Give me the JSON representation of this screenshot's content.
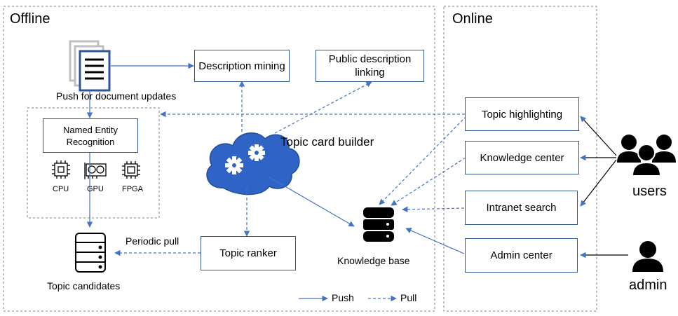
{
  "regions": {
    "offline_title": "Offline",
    "online_title": "Online"
  },
  "nodes": {
    "description_mining": "Description mining",
    "public_description_linking": "Public description linking",
    "named_entity_recognition": "Named Entity Recognition",
    "topic_ranker": "Topic ranker",
    "topic_highlighting": "Topic highlighting",
    "knowledge_center": "Knowledge center",
    "intranet_search": "Intranet search",
    "admin_center": "Admin center"
  },
  "labels": {
    "push_for_document_updates": "Push for document updates",
    "topic_card_builder": "Topic card builder",
    "knowledge_base": "Knowledge base",
    "topic_candidates": "Topic candidates",
    "periodic_pull": "Periodic pull",
    "cpu": "CPU",
    "gpu": "GPU",
    "fpga": "FPGA",
    "users": "users",
    "admin": "admin"
  },
  "legend": {
    "push": "Push",
    "pull": "Pull"
  },
  "colors": {
    "edge": "#4472c4",
    "node_border": "#2f5597",
    "cloud_fill": "#2f64c6",
    "region_border": "#7f7f7f",
    "icon": "#000000"
  },
  "icons": [
    "document-stack-icon",
    "cloud-gears-icon",
    "database-icon",
    "cpu-chip-icon",
    "gpu-card-icon",
    "fpga-chip-icon",
    "users-group-icon",
    "admin-person-icon"
  ]
}
